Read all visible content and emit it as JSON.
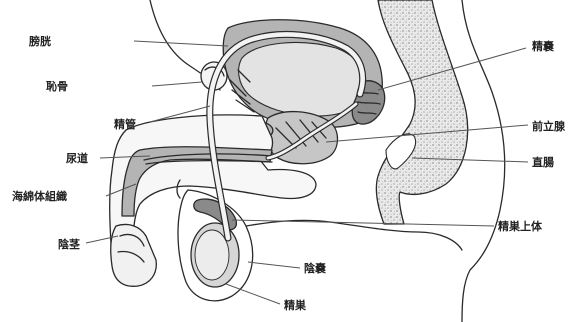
{
  "diagram": {
    "labels": {
      "bladder": "膀胱",
      "pubic_bone": "恥骨",
      "vas_deferens": "精管",
      "urethra": "尿道",
      "corpus_spongiosum": "海綿体組織",
      "penis": "陰茎",
      "seminal_vesicle": "精嚢",
      "prostate": "前立腺",
      "rectum": "直腸",
      "epididymis": "精巣上体",
      "scrotum": "陰嚢",
      "testis": "精巣"
    },
    "colors": {
      "tissue_gray": "#b4b4b4",
      "light_gray": "#e3e3e3",
      "dark_gray": "#8a8a8a",
      "outline": "#2a2a2a",
      "skin": "#ffffff"
    }
  }
}
